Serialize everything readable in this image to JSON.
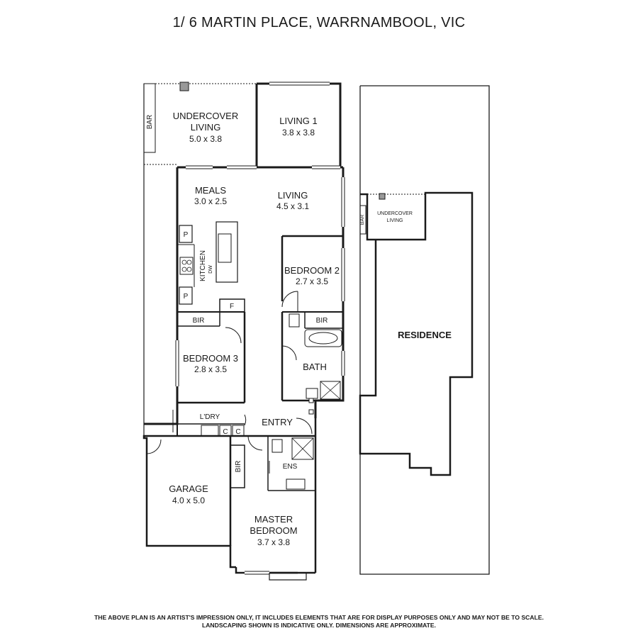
{
  "title": "1/ 6 MARTIN PLACE, WARRNAMBOOL, VIC",
  "rooms": {
    "undercover_living": {
      "name_line1": "UNDERCOVER",
      "name_line2": "LIVING",
      "dims": "5.0 x 3.8"
    },
    "living1": {
      "name": "LIVING 1",
      "dims": "3.8 x 3.8"
    },
    "meals": {
      "name": "MEALS",
      "dims": "3.0 x 2.5"
    },
    "living": {
      "name": "LIVING",
      "dims": "4.5 x 3.1"
    },
    "kitchen": {
      "name": "KITCHEN",
      "dw": "DW"
    },
    "bedroom2": {
      "name": "BEDROOM 2",
      "dims": "2.7 x 3.5"
    },
    "bedroom3": {
      "name": "BEDROOM 3",
      "dims": "2.8 x 3.5"
    },
    "bath": {
      "name": "BATH"
    },
    "laundry": {
      "name": "L'DRY"
    },
    "entry": {
      "name": "ENTRY"
    },
    "ens": {
      "name": "ENS"
    },
    "garage": {
      "name": "GARAGE",
      "dims": "4.0 x 5.0"
    },
    "master": {
      "name_line1": "MASTER",
      "name_line2": "BEDROOM",
      "dims": "3.7 x 3.8"
    }
  },
  "labels": {
    "bar": "BAR",
    "pantry": "P",
    "bir": "BIR",
    "fridge": "F",
    "cupboard": "C"
  },
  "site": {
    "residence": "RESIDENCE",
    "undercover_line1": "UNDERCOVER",
    "undercover_line2": "LIVING",
    "bar": "BAR"
  },
  "disclaimer": {
    "line1": "THE ABOVE PLAN IS AN ARTIST'S IMPRESSION ONLY, IT INCLUDES ELEMENTS THAT ARE FOR DISPLAY PURPOSES ONLY AND MAY NOT BE TO SCALE.",
    "line2": "LANDSCAPING SHOWN IS INDICATIVE ONLY. DIMENSIONS ARE APPROXIMATE."
  }
}
